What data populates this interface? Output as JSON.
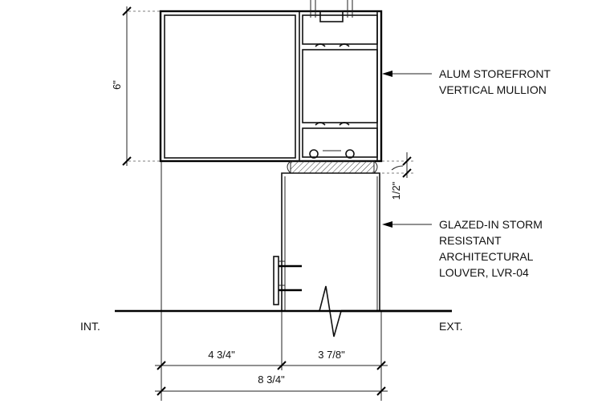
{
  "labels": {
    "mullion_line1": "ALUM STOREFRONT",
    "mullion_line2": "VERTICAL MULLION",
    "louver_line1": "GLAZED-IN STORM",
    "louver_line2": "RESISTANT",
    "louver_line3": "ARCHITECTURAL",
    "louver_line4": "LOUVER, LVR-04",
    "interior": "INT.",
    "exterior": "EXT."
  },
  "dimensions": {
    "height": "6\"",
    "gap": "1/2\"",
    "interior_width": "4 3/4\"",
    "exterior_width": "3 7/8\"",
    "overall_width": "8 3/4\""
  }
}
